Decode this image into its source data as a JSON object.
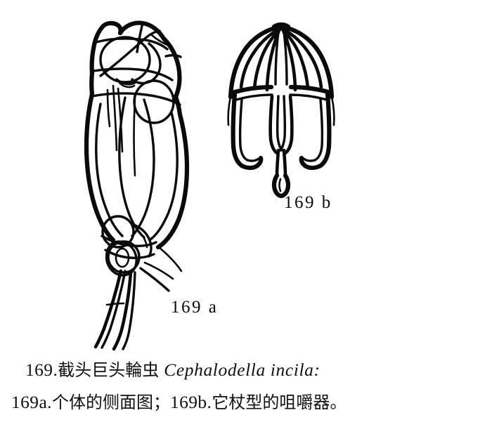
{
  "page": {
    "background_color": "#ffffff",
    "ink_color": "#0a0a0a",
    "figure_number": "169"
  },
  "panels": [
    {
      "id": "169a",
      "label": "169 a",
      "subject": "Cephalodella incila lateral habitus view"
    },
    {
      "id": "169b",
      "label": "169 b",
      "subject": "Cephalodella incila virgate trophi"
    }
  ],
  "labels": {
    "panel_a": "169 a",
    "panel_b": "169 b"
  },
  "caption": {
    "line1": {
      "number": "169.",
      "chinese_name": "截头巨头輪虫",
      "scientific_name": "Cephalodella incila:"
    },
    "line2": {
      "part_a_number": "169a.",
      "part_a_text": "个体的侧面图；",
      "part_b_number": "169b.",
      "part_b_text": "它杖型的咀嚼器。"
    }
  }
}
